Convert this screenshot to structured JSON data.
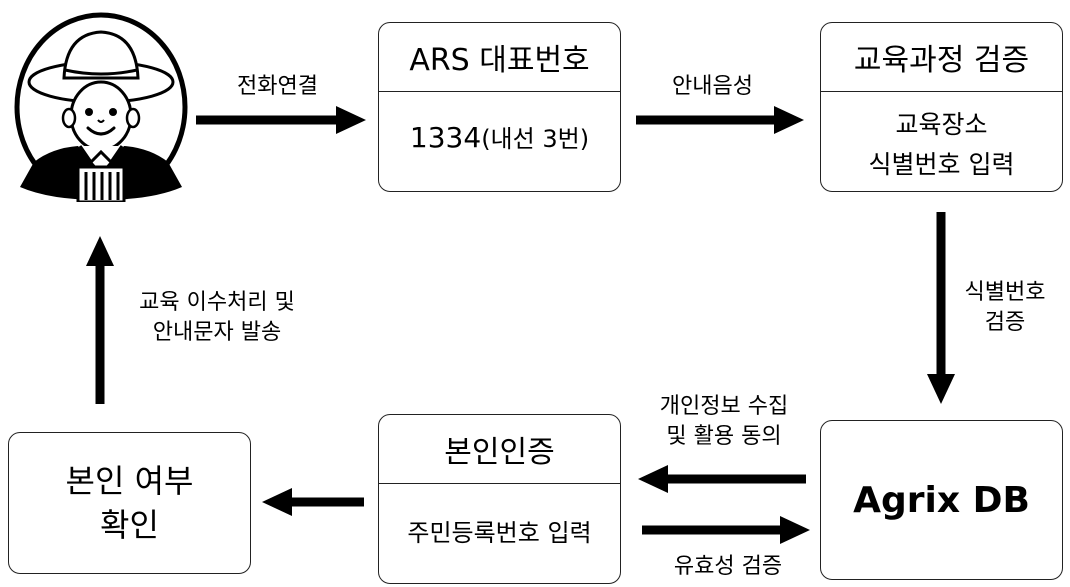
{
  "nodes": {
    "ars": {
      "title": "ARS 대표번호",
      "number": "1334",
      "extension": "(내선 3번)"
    },
    "course": {
      "title": "교육과정 검증",
      "line1": "교육장소",
      "line2": "식별번호 입력"
    },
    "db": {
      "title": "Agrix DB"
    },
    "auth": {
      "title": "본인인증",
      "body": "주민등록번호 입력"
    },
    "confirm": {
      "line1": "본인 여부",
      "line2": "확인"
    }
  },
  "edges": {
    "call": "전화연결",
    "voice": "안내음성",
    "verify_id_line1": "식별번호",
    "verify_id_line2": "검증",
    "consent_line1": "개인정보 수집",
    "consent_line2": "및 활용 동의",
    "validity": "유효성 검증",
    "notify_line1": "교육 이수처리 및",
    "notify_line2": "안내문자 발송"
  }
}
